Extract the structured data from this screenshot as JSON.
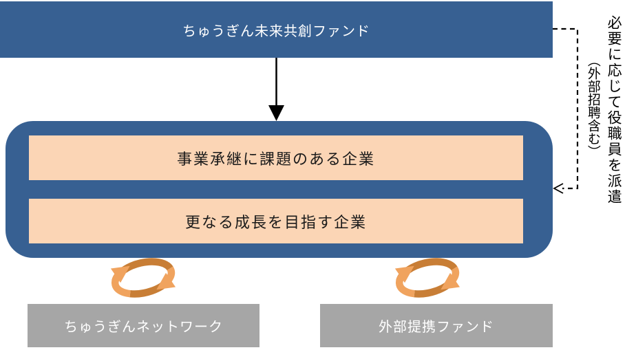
{
  "diagram": {
    "fund": {
      "label": "ちゅうぎん未来共創ファンド"
    },
    "target_companies": [
      {
        "label": "事業承継に課題のある企業"
      },
      {
        "label": "更なる成長を目指す企業"
      }
    ],
    "partners": [
      {
        "label": "ちゅうぎんネットワーク"
      },
      {
        "label": "外部提携ファンド"
      }
    ],
    "side_note": {
      "text": "必要に応じて役職員を派遣",
      "subtext": "（外部招聘含む）"
    },
    "icons": [
      {
        "name": "cycle-arrows-icon",
        "meaning": "mutual cooperation cycle"
      },
      {
        "name": "down-arrow",
        "meaning": "fund invests in companies"
      },
      {
        "name": "dashed-arrow",
        "meaning": "dispatch of personnel"
      }
    ],
    "colors": {
      "blue": "#376092",
      "peach": "#FBD5B5",
      "gray": "#A6A6A6",
      "orange_light": "#F0A35E",
      "orange_dark": "#C87E36",
      "text_on_blue": "#ffffff",
      "text_on_peach": "#1a1a1a",
      "text_on_gray": "#ffffff",
      "line": "#000000"
    }
  }
}
